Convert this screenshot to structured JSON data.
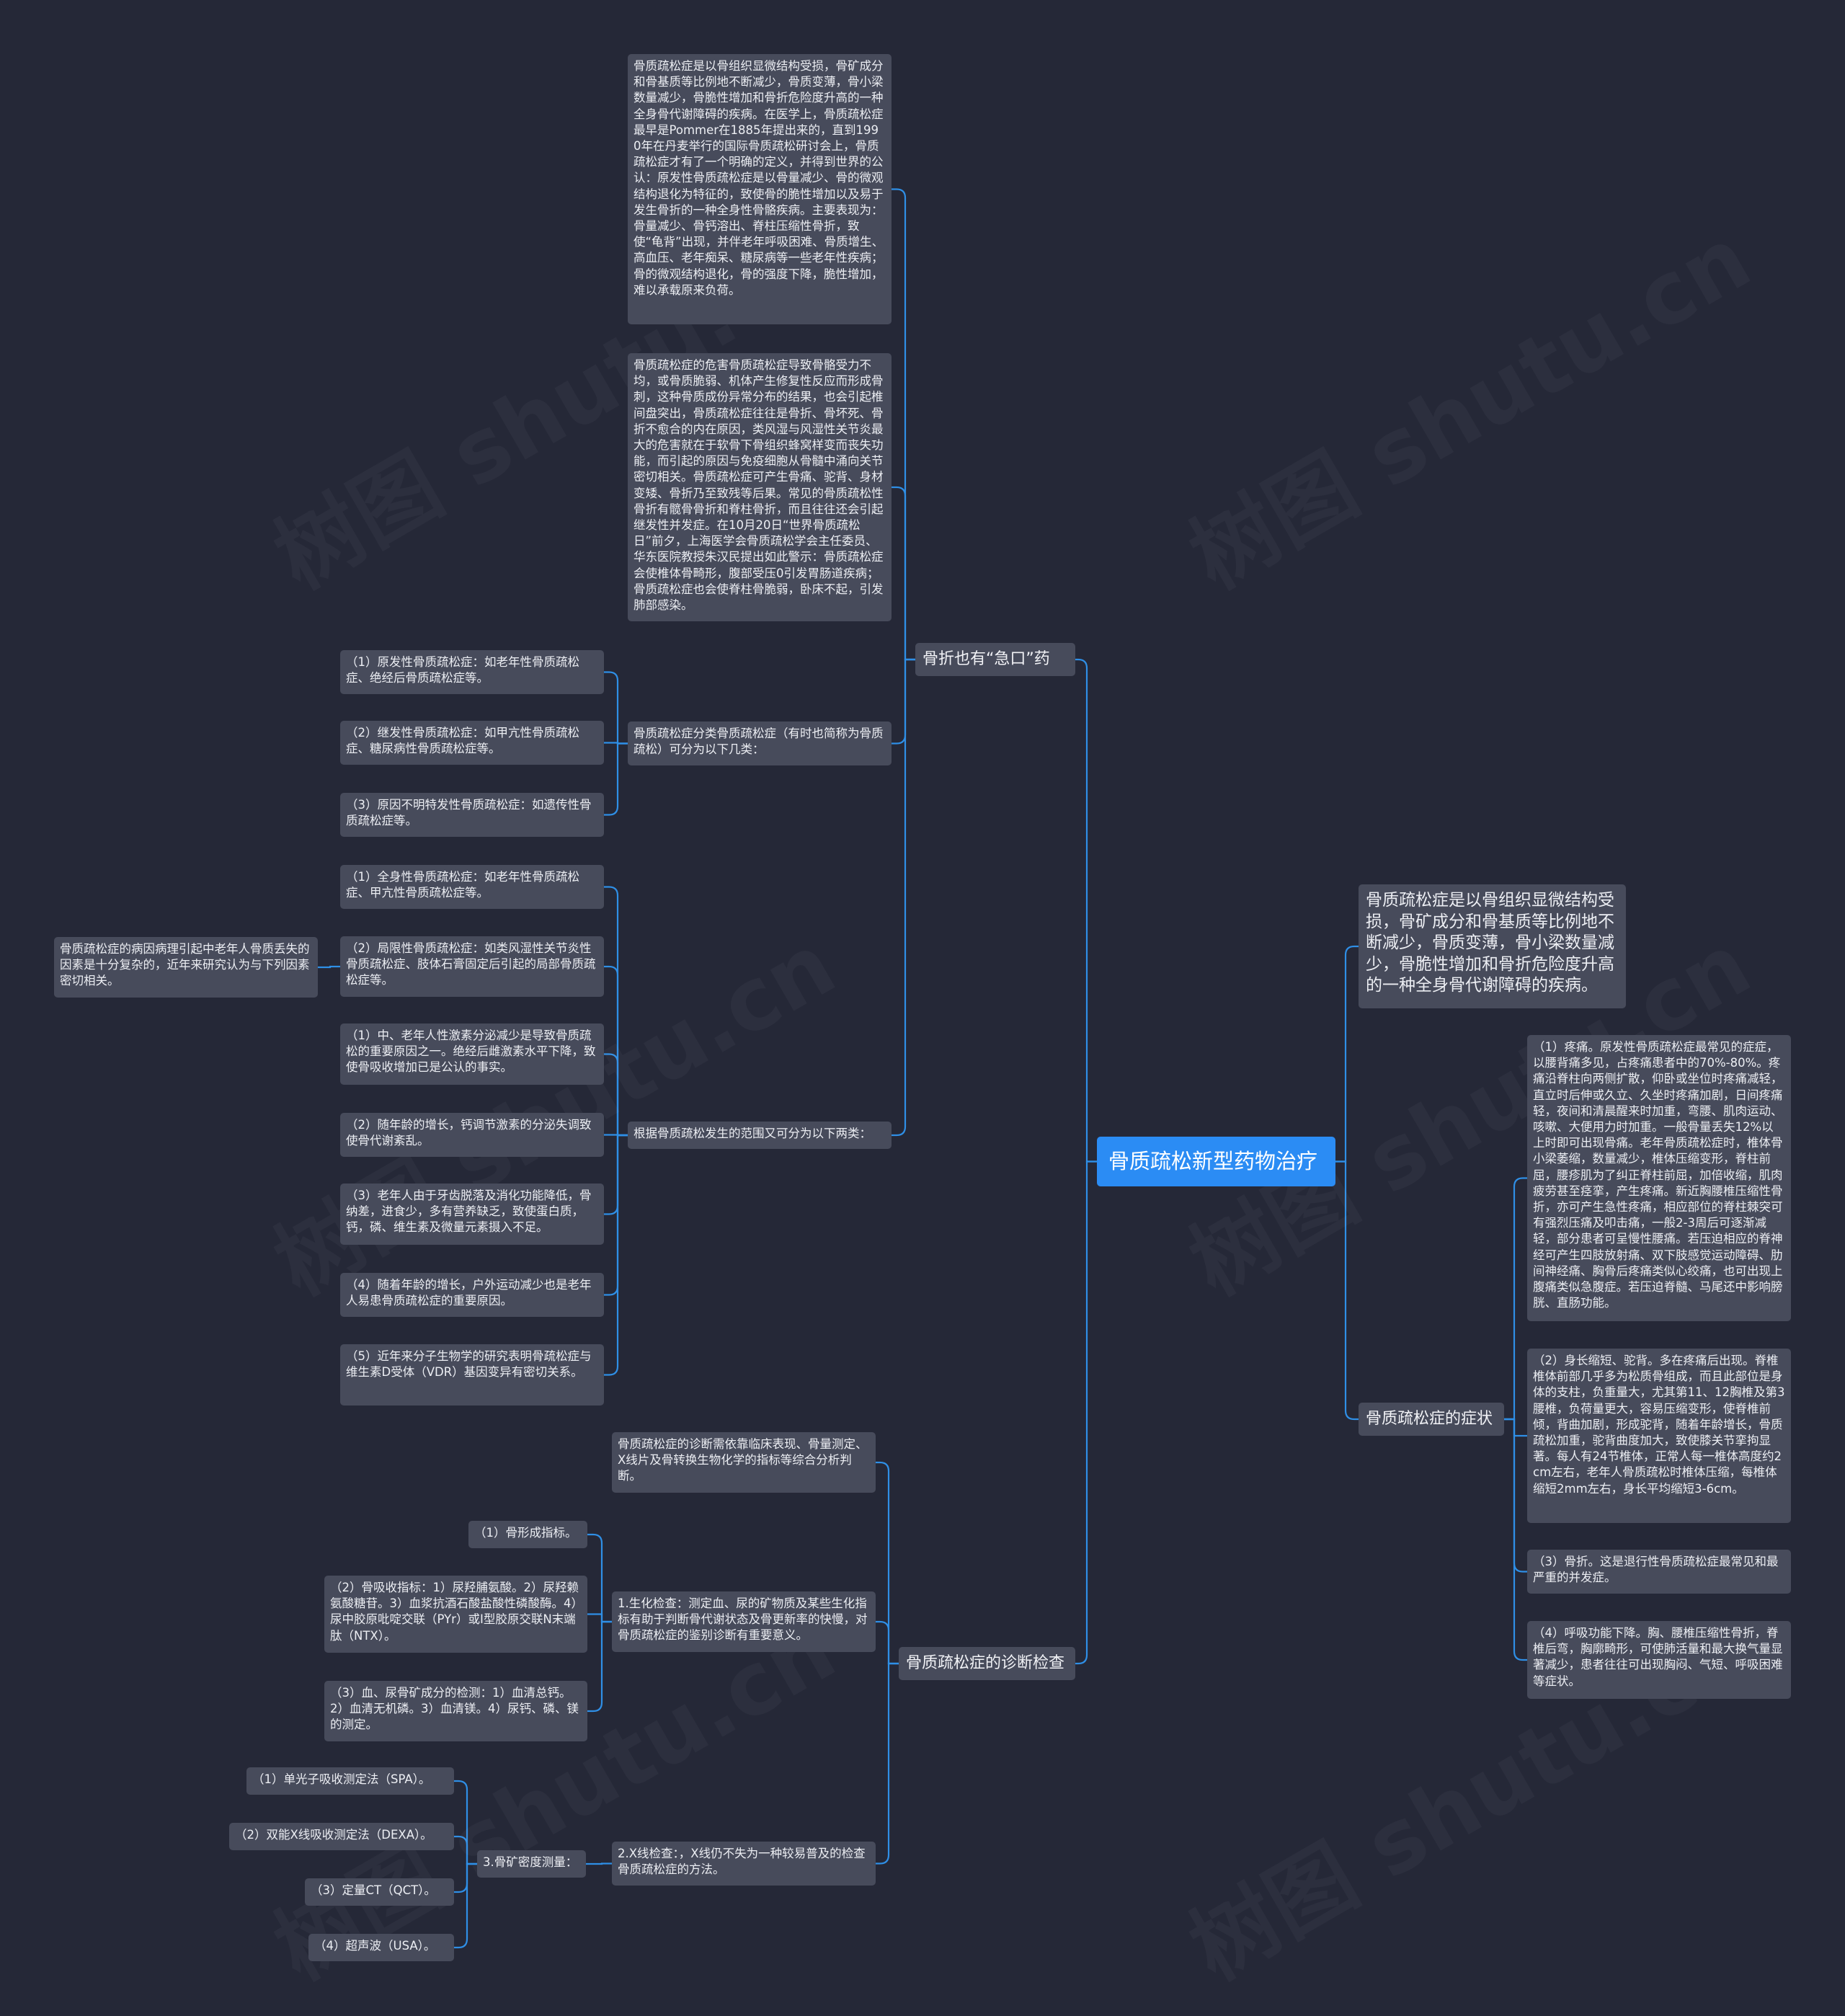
{
  "watermark": "树图 shutu.cn",
  "root": "骨质疏松新型药物治疗",
  "intro": "骨质疏松症是以骨组织显微结构受损，骨矿成分和骨基质等比例地不断减少，骨质变薄，骨小梁数量减少，骨脆性增加和骨折危险度升高的一种全身骨代谢障碍的疾病。",
  "branch_fracture": {
    "label": "骨折也有“急口”药",
    "def": "骨质疏松症是以骨组织显微结构受损，骨矿成分和骨基质等比例地不断减少，骨质变薄，骨小梁数量减少，骨脆性增加和骨折危险度升高的一种全身骨代谢障碍的疾病。在医学上，骨质疏松症最早是Pommer在1885年提出来的，直到1990年在丹麦举行的国际骨质疏松研讨会上，骨质疏松症才有了一个明确的定义，并得到世界的公认：原发性骨质疏松症是以骨量减少、骨的微观结构退化为特征的，致使骨的脆性增加以及易于发生骨折的一种全身性骨骼疾病。主要表现为：骨量减少、骨钙溶出、脊柱压缩性骨折，致使“龟背”出现，并伴老年呼吸困难、骨质增生、高血压、老年痴呆、糖尿病等一些老年性疾病；骨的微观结构退化，骨的强度下降，脆性增加，难以承载原来负荷。",
    "harm": "骨质疏松症的危害骨质疏松症导致骨骼受力不均，或骨质脆弱、机体产生修复性反应而形成骨刺，这种骨质成份异常分布的结果，也会引起椎间盘突出，骨质疏松症往往是骨折、骨坏死、骨折不愈合的内在原因，类风湿与风湿性关节炎最大的危害就在于软骨下骨组织蜂窝样变而丧失功能，而引起的原因与免疫细胞从骨髓中涌向关节密切相关。骨质疏松症可产生骨痛、驼背、身材变矮、骨折乃至致残等后果。常见的骨质疏松性骨折有髋骨骨折和脊柱骨折，而且往往还会引起继发性并发症。在10月20日“世界骨质疏松日”前夕，上海医学会骨质疏松学会主任委员、华东医院教授朱汉民提出如此警示：骨质疏松症会使椎体骨畸形，腹部受压0引发胃肠道疾病；骨质疏松症也会使脊柱骨脆弱，卧床不起，引发肺部感染。",
    "classify": "骨质疏松症分类骨质疏松症（有时也简称为骨质疏松）可分为以下几类：",
    "classify_items": [
      "（1）原发性骨质疏松症：如老年性骨质疏松症、绝经后骨质疏松症等。",
      "（2）继发性骨质疏松症：如甲亢性骨质疏松症、糖尿病性骨质疏松症等。",
      "（3）原因不明特发性骨质疏松症：如遗传性骨质疏松症等。"
    ],
    "range": "根据骨质疏松发生的范围又可分为以下两类：",
    "range_items": [
      "（1）全身性骨质疏松症：如老年性骨质疏松症、甲亢性骨质疏松症等。",
      "（2）局限性骨质疏松症：如类风湿性关节炎性骨质疏松症、肢体石膏固定后引起的局部骨质疏松症等。",
      "（1）中、老年人性激素分泌减少是导致骨质疏松的重要原因之一。绝经后雌激素水平下降，致使骨吸收增加已是公认的事实。",
      "（2）随年龄的增长，钙调节激素的分泌失调致使骨代谢紊乱。",
      "（3）老年人由于牙齿脱落及消化功能降低，骨纳差，进食少，多有营养缺乏，致使蛋白质，钙，磷、维生素及微量元素摄入不足。",
      "（4）随着年龄的增长，户外运动减少也是老年人易患骨质疏松症的重要原因。",
      "（5）近年来分子生物学的研究表明骨疏松症与维生素D受体（VDR）基因变异有密切关系。"
    ],
    "cause": "骨质疏松症的病因病理引起中老年人骨质丢失的因素是十分复杂的，近年来研究认为与下列因素密切相关。"
  },
  "branch_diag": {
    "label": "骨质疏松症的诊断检查",
    "intro": "骨质疏松症的诊断需依靠临床表现、骨量测定、X线片及骨转换生物化学的指标等综合分析判断。",
    "bio": "1.生化检查：测定血、尿的矿物质及某些生化指标有助于判断骨代谢状态及骨更新率的快慢，对骨质疏松症的鉴别诊断有重要意义。",
    "bio_items": [
      "（1）骨形成指标。",
      "（2）骨吸收指标：1）尿羟脯氨酸。2）尿羟赖氨酸糖苷。3）血浆抗酒石酸盐酸性磷酸酶。4）尿中胶原吡啶交联（PYr）或I型胶原交联N末端肽（NTX）。",
      "（3）血、尿骨矿成分的检测：1）血清总钙。2）血清无机磷。3）血清镁。4）尿钙、磷、镁的测定。"
    ],
    "xray": "2.X线检查：，X线仍不失为一种较易普及的检查骨质疏松症的方法。",
    "density": "3.骨矿密度测量：",
    "density_items": [
      "（1）单光子吸收测定法（SPA）。",
      "（2）双能X线吸收测定法（DEXA）。",
      "（3）定量CT（QCT）。",
      "（4）超声波（USA）。"
    ]
  },
  "branch_sym": {
    "label": "骨质疏松症的症状",
    "items": [
      "（1）疼痛。原发性骨质疏松症最常见的症症，以腰背痛多见，占疼痛患者中的70%-80%。疼痛沿脊柱向两侧扩散，仰卧或坐位时疼痛减轻，直立时后伸或久立、久坐时疼痛加剧，日间疼痛轻，夜间和清晨醒来时加重，弯腰、肌肉运动、咳嗽、大便用力时加重。一般骨量丢失12%以上时即可出现骨痛。老年骨质疏松症时，椎体骨小梁萎缩，数量减少，椎体压缩变形，脊柱前屈，腰疹肌为了纠正脊柱前屈，加倍收缩，肌肉疲劳甚至痉挛，产生疼痛。新近胸腰椎压缩性骨折，亦可产生急性疼痛，相应部位的脊柱棘突可有强烈压痛及叩击痛，一般2-3周后可逐渐减轻，部分患者可呈慢性腰痛。若压迫相应的脊神经可产生四肢放射痛、双下肢感觉运动障碍、肋间神经痛、胸骨后疼痛类似心绞痛，也可出现上腹痛类似急腹症。若压迫脊髓、马尾还中影响膀胱、直肠功能。",
      "（2）身长缩短、驼背。多在疼痛后出现。脊椎椎体前部几乎多为松质骨组成，而且此部位是身体的支柱，负重量大，尤其第11、12胸椎及第3腰椎，负荷量更大，容易压缩变形，使脊椎前倾，背曲加剧，形成驼背，随着年龄增长，骨质疏松加重，驼背曲度加大，致使膝关节挛拘显著。每人有24节椎体，正常人每一椎体高度约2cm左右，老年人骨质疏松时椎体压缩，每椎体缩短2mm左右，身长平均缩短3-6cm。",
      "（3）骨折。这是退行性骨质疏松症最常见和最严重的并发症。",
      "（4）呼吸功能下降。胸、腰椎压缩性骨折，脊椎后弯，胸廓畸形，可使肺活量和最大换气量显著减少，患者往往可出现胸闷、气短、呼吸困难等症状。"
    ]
  },
  "colors": {
    "background": "#252837",
    "node": "#474b5b",
    "root": "#2b8cf4",
    "link": "#2f8fe6"
  }
}
